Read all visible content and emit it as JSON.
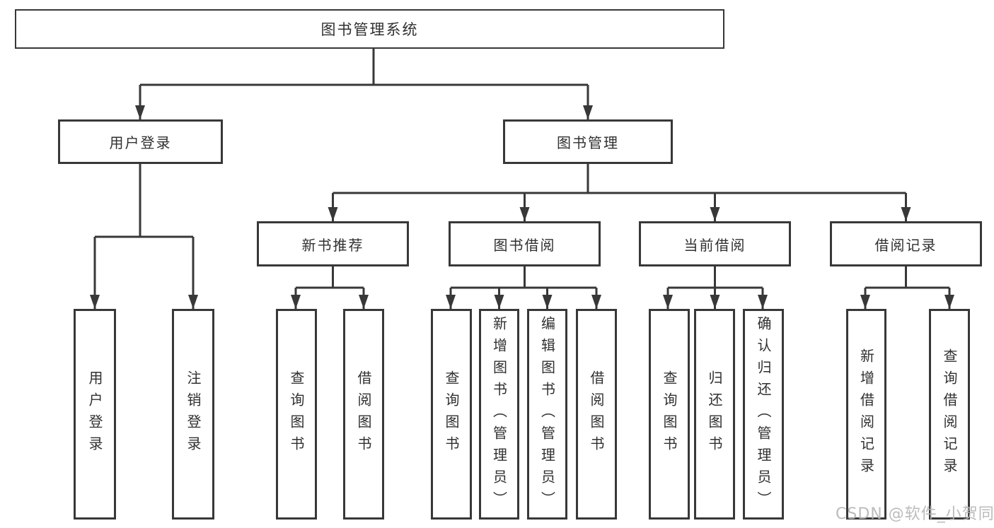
{
  "diagram": {
    "root": {
      "label": "图书管理系统",
      "children": [
        {
          "label": "用户登录",
          "children": [
            {
              "label": "用户登录"
            },
            {
              "label": "注销登录"
            }
          ]
        },
        {
          "label": "图书管理",
          "children": [
            {
              "label": "新书推荐",
              "children": [
                {
                  "label": "查询图书"
                },
                {
                  "label": "借阅图书"
                }
              ]
            },
            {
              "label": "图书借阅",
              "children": [
                {
                  "label": "查询图书"
                },
                {
                  "label": "新增图书（管理员）"
                },
                {
                  "label": "编辑图书（管理员）"
                },
                {
                  "label": "借阅图书"
                }
              ]
            },
            {
              "label": "当前借阅",
              "children": [
                {
                  "label": "查询图书"
                },
                {
                  "label": "归还图书"
                },
                {
                  "label": "确认归还（管理员）"
                }
              ]
            },
            {
              "label": "借阅记录",
              "children": [
                {
                  "label": "新增借阅记录"
                },
                {
                  "label": "查询借阅记录"
                }
              ]
            }
          ]
        }
      ]
    }
  },
  "watermark": {
    "text": "CSDN @软件_小贺同学"
  },
  "colors": {
    "line": "#383838",
    "box_border": "#383838",
    "text": "#303030",
    "watermark": "#b6b6b6",
    "background": "#ffffff"
  }
}
